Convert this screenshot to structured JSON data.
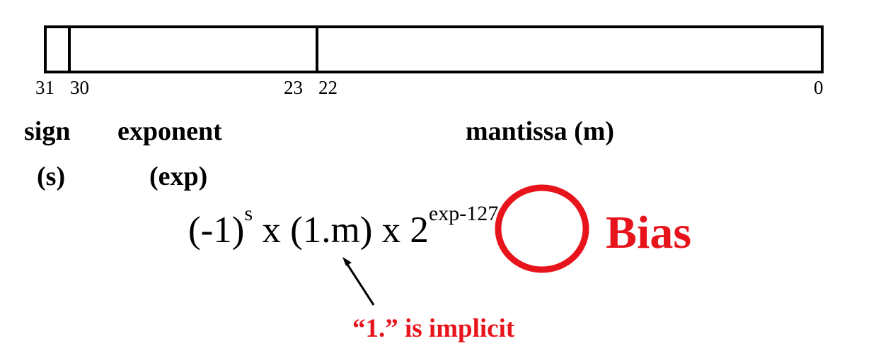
{
  "register": {
    "bit_labels": {
      "b31": "31",
      "b30": "30",
      "b23": "23",
      "b22": "22",
      "b0": "0"
    },
    "fields": {
      "sign_name": "sign",
      "sign_symbol": "(s)",
      "exponent_name": "exponent",
      "exponent_symbol": "(exp)",
      "mantissa_name": "mantissa (m)"
    }
  },
  "formula": {
    "neg_one": "(-1)",
    "sign_exp": "s",
    "mid": " x (1.m) x 2",
    "power": "exp-127"
  },
  "annotations": {
    "bias": "Bias",
    "implicit": "“1.” is implicit"
  },
  "colors": {
    "accent_red": "#e8141c",
    "ink": "#000000"
  }
}
